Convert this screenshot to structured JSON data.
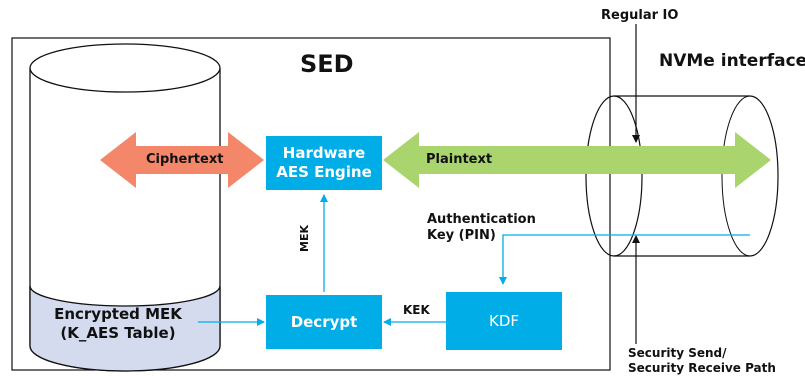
{
  "title": "SED",
  "nvme_label": "NVMe interface",
  "regular_io_label": "Regular IO",
  "security_path_label": "Security Send/\nSecurity Receive Path",
  "blocks": {
    "aes_engine": "Hardware\nAES Engine",
    "decrypt": "Decrypt",
    "kdf": "KDF"
  },
  "arrows": {
    "ciphertext": "Ciphertext",
    "plaintext": "Plaintext",
    "mek": "MEK",
    "kek": "KEK"
  },
  "auth_key_label": "Authentication\nKey (PIN)",
  "storage_label": "Encrypted MEK\n(K_AES Table)",
  "colors": {
    "block": "#00ADE6",
    "ciphertext_arrow": "#F4866A",
    "plaintext_arrow": "#A9D46E",
    "storage_tint": "#D5DBEF"
  }
}
